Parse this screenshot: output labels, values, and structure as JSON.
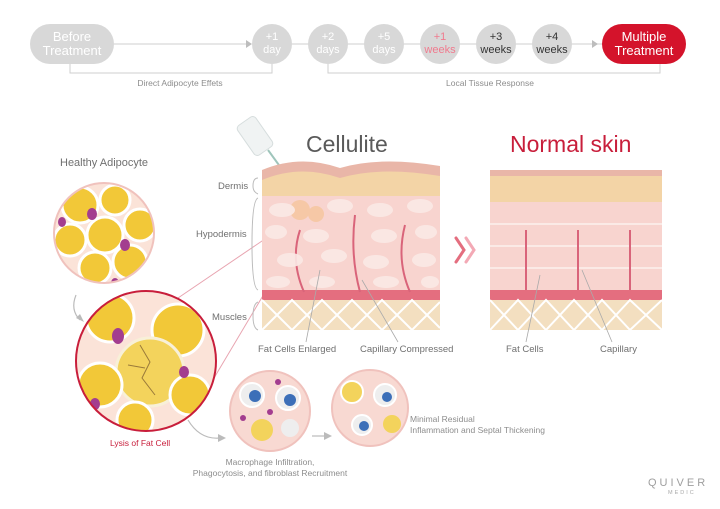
{
  "timeline": {
    "start": [
      "Before",
      "Treatment"
    ],
    "steps": [
      {
        "lines": [
          "+1",
          "day"
        ],
        "pink": false
      },
      {
        "lines": [
          "+2",
          "days"
        ],
        "pink": false
      },
      {
        "lines": [
          "+5",
          "days"
        ],
        "pink": false
      },
      {
        "lines": [
          "+1",
          "weeks"
        ],
        "pink": true
      },
      {
        "lines": [
          "+3",
          "weeks"
        ],
        "pink": false
      },
      {
        "lines": [
          "+4",
          "weeks"
        ],
        "pink": false
      }
    ],
    "end": [
      "Multiple",
      "Treatment"
    ],
    "bracket_left": "Direct Adipocyte Effets",
    "bracket_right": "Local Tissue Response"
  },
  "titles": {
    "cellulite": "Cellulite",
    "normal": "Normal skin"
  },
  "layers": {
    "dermis": "Dermis",
    "hypodermis": "Hypodermis",
    "muscles": "Muscles"
  },
  "labels": {
    "healthy": "Healthy Adipocyte",
    "lysis": "Lysis of Fat Cell",
    "fat_enlarged": "Fat Cells Enlarged",
    "capillary_compressed": "Capillary Compressed",
    "fat_cells": "Fat Cells",
    "capillary": "Capillary",
    "macrophage": [
      "Macrophage Infiltration,",
      "Phagocytosis, and fibroblast Recruitment"
    ],
    "residual": [
      "Minimal Residual",
      "Inflammation and Septal Thickening"
    ]
  },
  "brand": {
    "name": "QUIVER",
    "sub": "MEDIC"
  },
  "colors": {
    "accent": "#d4132b",
    "pill": "#d8d8d8",
    "pink_text": "#f07a8e",
    "skin": "#f5c7c0",
    "fat": "#f0c63a"
  }
}
